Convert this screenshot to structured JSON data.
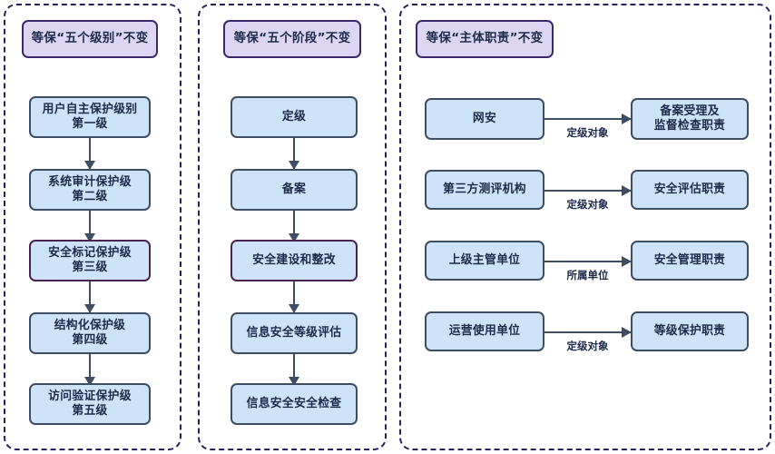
{
  "diagram": {
    "title_note": "",
    "colors": {
      "header_fill": "#ddd6f3",
      "header_border": "#3b2a6b",
      "step_fill": "#cfe3f8",
      "step_border": "#3d4e63",
      "accent_border": "#4b2350",
      "panel_border": "#262261",
      "text": "#1d2a4a"
    }
  },
  "panels": [
    {
      "id": "levels",
      "header": "等保“五个级别”不变",
      "steps": [
        {
          "line1": "用户自主保护级别",
          "line2": "第一级",
          "accent": false
        },
        {
          "line1": "系统审计保护级",
          "line2": "第二级",
          "accent": false
        },
        {
          "line1": "安全标记保护级",
          "line2": "第三级",
          "accent": true
        },
        {
          "line1": "结构化保护级",
          "line2": "第四级",
          "accent": false
        },
        {
          "line1": "访问验证保护级",
          "line2": "第五级",
          "accent": false
        }
      ]
    },
    {
      "id": "stages",
      "header": "等保“五个阶段”不变",
      "steps": [
        {
          "line1": "定级",
          "line2": "",
          "accent": false
        },
        {
          "line1": "备案",
          "line2": "",
          "accent": false
        },
        {
          "line1": "安全建设和整改",
          "line2": "",
          "accent": true
        },
        {
          "line1": "信息安全等级评估",
          "line2": "",
          "accent": false
        },
        {
          "line1": "信息安全安全检查",
          "line2": "",
          "accent": false
        }
      ]
    },
    {
      "id": "duties",
      "header": "等保“主体职责”不变",
      "relations": [
        {
          "source": "网安",
          "label": "定级对象",
          "target_line1": "备案受理及",
          "target_line2": "监督检查职责"
        },
        {
          "source": "第三方测评机构",
          "label": "定级对象",
          "target_line1": "安全评估职责",
          "target_line2": ""
        },
        {
          "source": "上级主管单位",
          "label": "所属单位",
          "target_line1": "安全管理职责",
          "target_line2": ""
        },
        {
          "source": "运营使用单位",
          "label": "定级对象",
          "target_line1": "等级保护职责",
          "target_line2": ""
        }
      ]
    }
  ]
}
